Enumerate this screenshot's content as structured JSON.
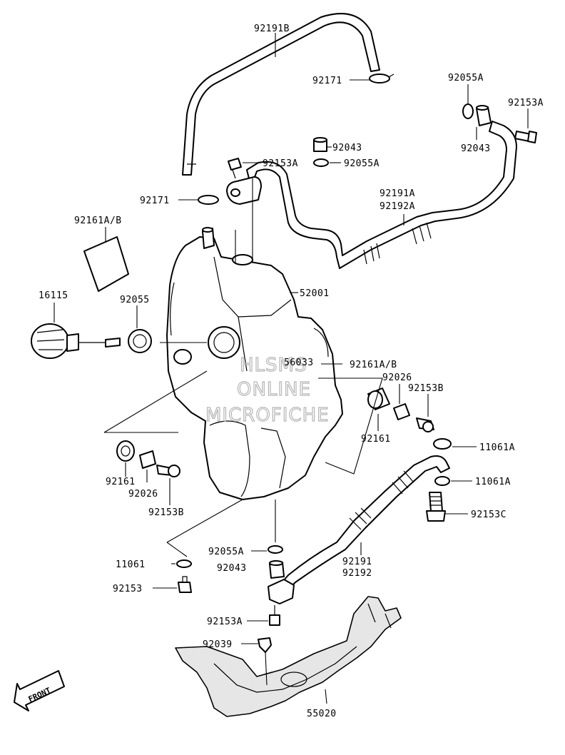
{
  "labels": {
    "p92191B": "92191B",
    "p92171_top": "92171",
    "p92055A_top": "92055A",
    "p92153A_topright": "92153A",
    "p92043_right": "92043",
    "p92043_mid": "92043",
    "p92153A_mid": "92153A",
    "p92055A_mid": "92055A",
    "p92171_mid": "92171",
    "p92191A": "92191A",
    "p92192A": "92192A",
    "p92161AB_left": "92161A/B",
    "p52001": "52001",
    "p16115": "16115",
    "p92055": "92055",
    "p56033": "56033",
    "p92161AB_right": "92161A/B",
    "p92026_right": "92026",
    "p92153B_right": "92153B",
    "p92161_right": "92161",
    "p11061A_upper": "11061A",
    "p11061A_lower": "11061A",
    "p92153C": "92153C",
    "p92161_left": "92161",
    "p92026_left": "92026",
    "p92153B_left": "92153B",
    "p92055A_bottom": "92055A",
    "p11061": "11061",
    "p92043_bottom": "92043",
    "p92191": "92191",
    "p92192": "92192",
    "p92153": "92153",
    "p92153A_bottom": "92153A",
    "p92039": "92039",
    "p55020": "55020"
  },
  "watermark": [
    "HLSMS",
    "ONLINE",
    "MICROFICHE"
  ],
  "front_arrow": "FRONT"
}
